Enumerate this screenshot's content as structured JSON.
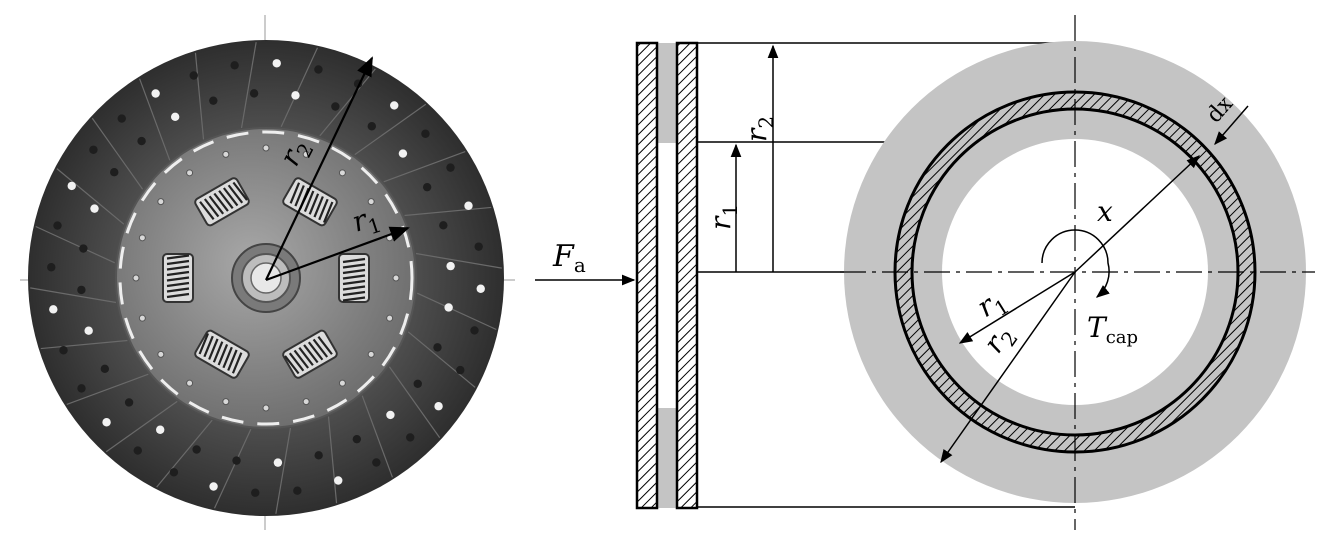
{
  "labels": {
    "force": "F",
    "force_sub": "a",
    "torque": "T",
    "torque_sub": "cap",
    "r1": "r",
    "r1_sub": "1",
    "r2": "r",
    "r2_sub": "2",
    "x": "x",
    "dx": "dx"
  },
  "colors": {
    "friction_gray": "#c4c4c4",
    "disc_dark": "#3a3a3a",
    "hub_gray": "#8c8c8c",
    "line": "#000000"
  }
}
